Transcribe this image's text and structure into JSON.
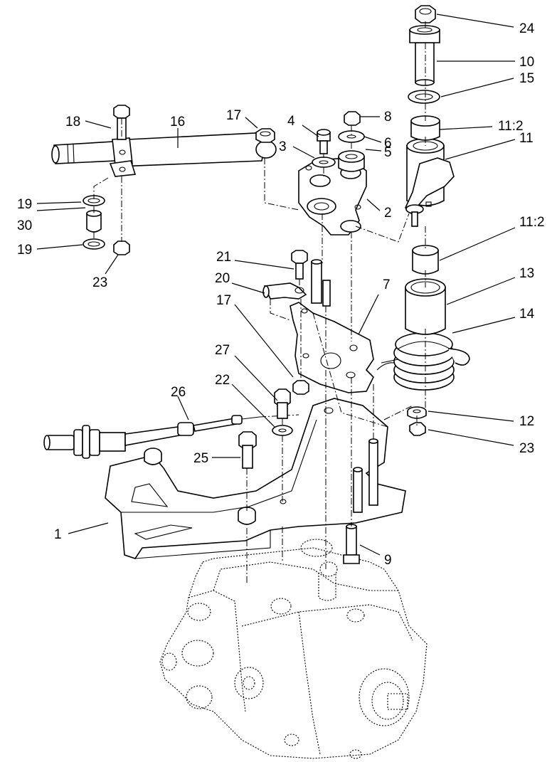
{
  "callouts": [
    {
      "id": "24",
      "label": "24"
    },
    {
      "id": "10",
      "label": "10"
    },
    {
      "id": "15",
      "label": "15"
    },
    {
      "id": "8",
      "label": "8"
    },
    {
      "id": "6",
      "label": "6"
    },
    {
      "id": "5",
      "label": "5"
    },
    {
      "id": "4",
      "label": "4"
    },
    {
      "id": "3",
      "label": "3"
    },
    {
      "id": "2",
      "label": "2"
    },
    {
      "id": "11-2-top",
      "label": "11:2"
    },
    {
      "id": "11",
      "label": "11"
    },
    {
      "id": "11-2-bottom",
      "label": "11:2"
    },
    {
      "id": "13",
      "label": "13"
    },
    {
      "id": "14",
      "label": "14"
    },
    {
      "id": "12",
      "label": "12"
    },
    {
      "id": "23-right",
      "label": "23"
    },
    {
      "id": "18",
      "label": "18"
    },
    {
      "id": "16",
      "label": "16"
    },
    {
      "id": "17-top",
      "label": "17"
    },
    {
      "id": "19-top",
      "label": "19"
    },
    {
      "id": "30",
      "label": "30"
    },
    {
      "id": "19-bottom",
      "label": "19"
    },
    {
      "id": "23-left",
      "label": "23"
    },
    {
      "id": "21",
      "label": "21"
    },
    {
      "id": "20",
      "label": "20"
    },
    {
      "id": "17-mid",
      "label": "17"
    },
    {
      "id": "7",
      "label": "7"
    },
    {
      "id": "27",
      "label": "27"
    },
    {
      "id": "22",
      "label": "22"
    },
    {
      "id": "26",
      "label": "26"
    },
    {
      "id": "25",
      "label": "25"
    },
    {
      "id": "1",
      "label": "1"
    },
    {
      "id": "9",
      "label": "9"
    }
  ]
}
